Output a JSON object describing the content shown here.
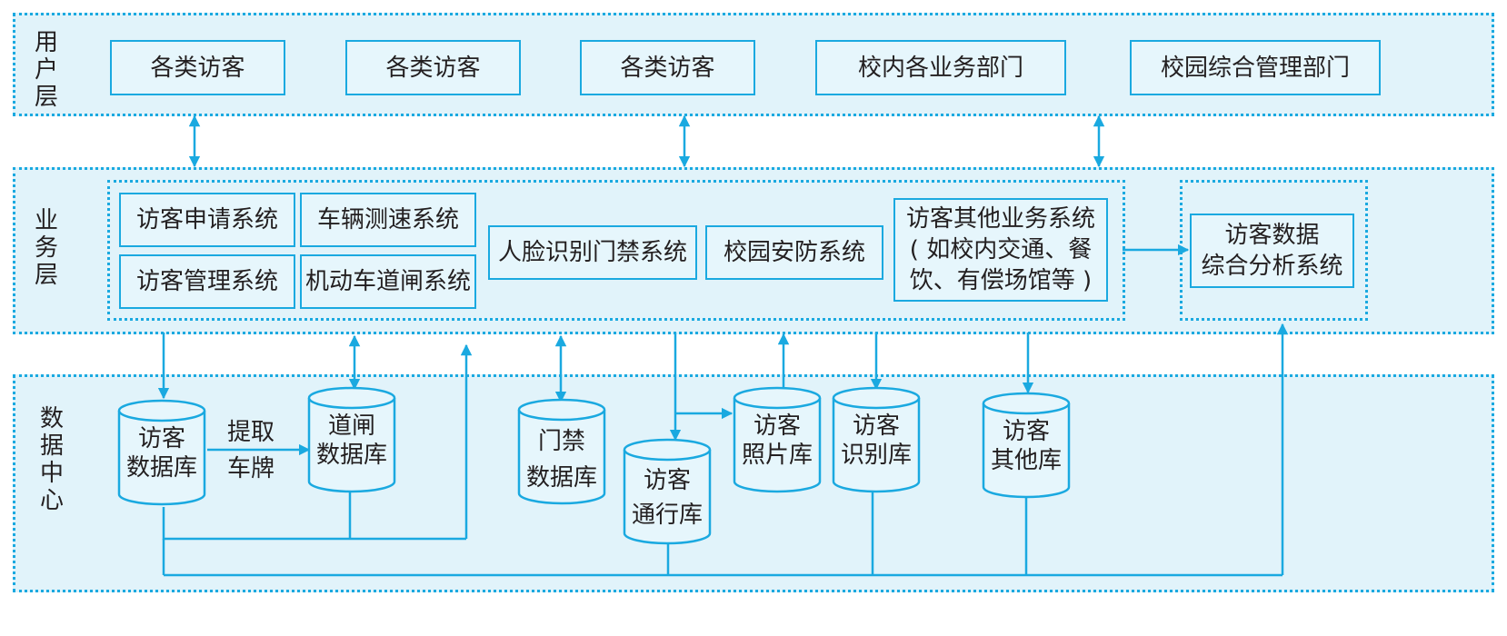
{
  "layers": {
    "user": "用户层",
    "business": "业务层",
    "data": "数据中心"
  },
  "user_boxes": [
    "各类访客",
    "各类访客",
    "各类访客",
    "校内各业务部门",
    "校园综合管理部门"
  ],
  "business": {
    "visitor_apply": "访客申请系统",
    "vehicle_speed": "车辆测速系统",
    "visitor_manage": "访客管理系统",
    "vehicle_gate": "机动车道闸系统",
    "face_access": "人脸识别门禁系统",
    "campus_security": "校园安防系统",
    "other_business": [
      "访客其他业务系统",
      "( 如校内交通、餐",
      "饮、有偿场馆等 )"
    ],
    "analysis": [
      "访客数据",
      "综合分析系统"
    ]
  },
  "databases": {
    "visitor_db": [
      "访客",
      "数据库"
    ],
    "gate_db": [
      "道闸",
      "数据库"
    ],
    "access_db": [
      "门禁",
      "数据库"
    ],
    "pass_db": [
      "访客",
      "通行库"
    ],
    "photo_db": [
      "访客",
      "照片库"
    ],
    "recog_db": [
      "访客",
      "识别库"
    ],
    "other_db": [
      "访客",
      "其他库"
    ]
  },
  "edge_labels": {
    "extract_plate": [
      "提取",
      "车牌"
    ]
  },
  "colors": {
    "accent": "#1aa9e0",
    "layer_fill": "#e1f3fa",
    "text": "#231f20"
  }
}
